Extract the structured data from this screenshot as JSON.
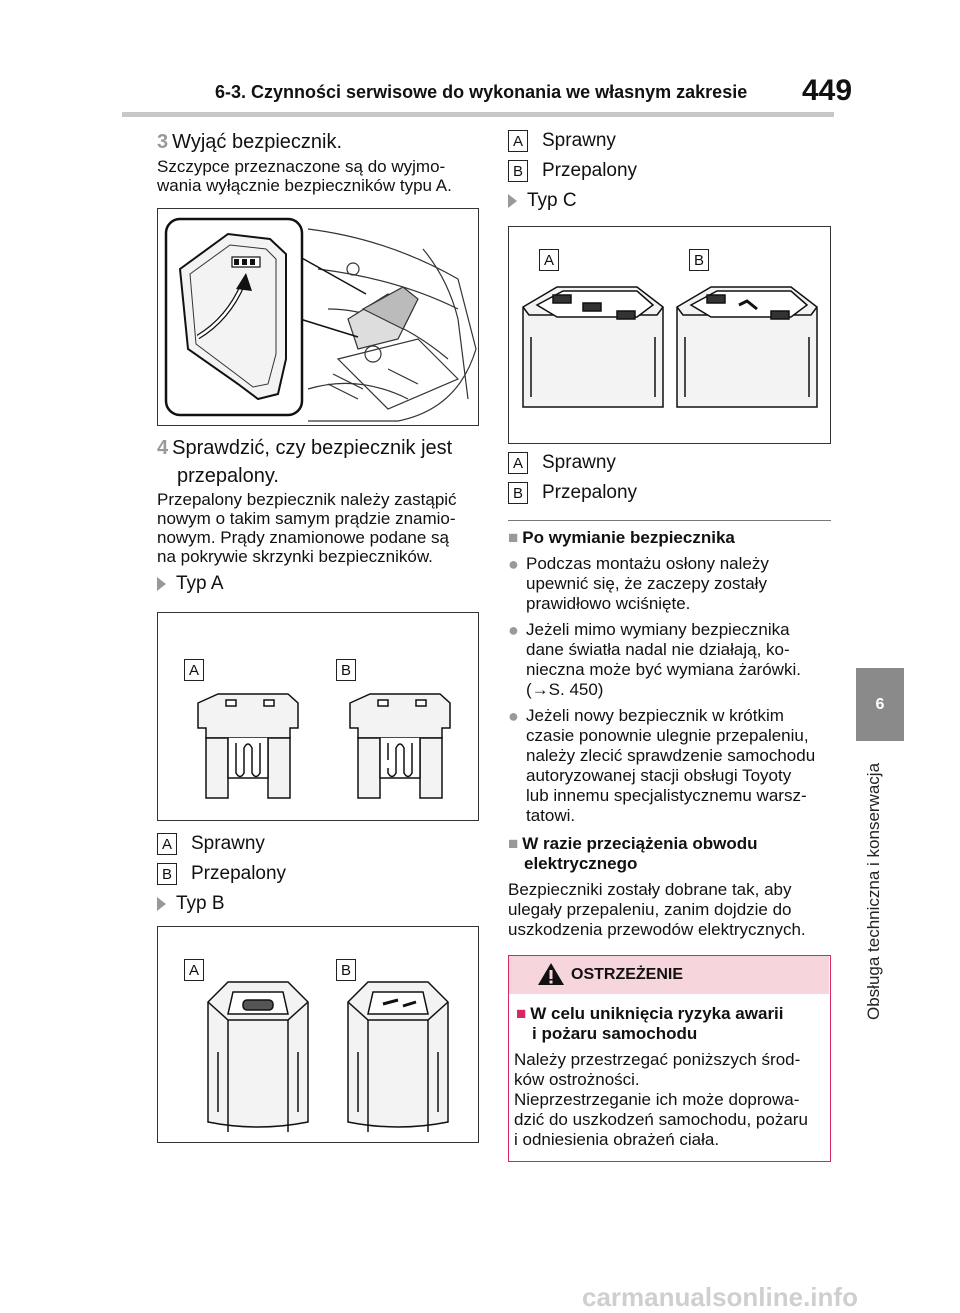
{
  "header": {
    "section_title": "6-3. Czynności serwisowe do wykonania we własnym zakresie",
    "page_number": "449"
  },
  "side": {
    "tab_number": "6",
    "vertical_text": "Obsługa techniczna i konserwacja"
  },
  "left": {
    "step3": {
      "num": "3",
      "text": "Wyjąć bezpiecznik."
    },
    "step3_note": [
      "Szczypce przeznaczone są do wyjmo-",
      "wania wyłącznie bezpieczników typu A."
    ],
    "step4": {
      "num": "4",
      "lines": [
        "Sprawdzić, czy bezpiecznik jest",
        "przepalony."
      ]
    },
    "step4_note": [
      "Przepalony bezpiecznik należy zastąpić",
      "nowym o takim samym prądzie znamio-",
      "nowym. Prądy znamionowe podane są",
      "na pokrywie skrzynki bezpieczników."
    ],
    "typ_a": "Typ A",
    "typ_b": "Typ B"
  },
  "labels": {
    "a": "A",
    "b": "B",
    "ok": "Sprawny",
    "blown": "Przepalony"
  },
  "right": {
    "typ_c": "Typ C",
    "after_title": "Po wymianie bezpiecznika",
    "bullets": [
      [
        "Podczas montażu osłony należy",
        "upewnić się, że zaczepy zostały",
        "prawidłowo wciśnięte."
      ],
      [
        "Jeżeli mimo wymiany bezpiecznika",
        "dane światła nadal nie działają, ko-",
        "nieczna może być wymiana żarówki.",
        "(→S. 450)"
      ],
      [
        "Jeżeli nowy bezpiecznik w krótkim",
        "czasie ponownie ulegnie przepaleniu,",
        "należy zlecić sprawdzenie samochodu",
        "autoryzowanej stacji obsługi Toyoty",
        "lub innemu specjalistycznemu warsz-",
        "tatowi."
      ]
    ],
    "overload_title": [
      "W razie przeciążenia obwodu",
      "elektrycznego"
    ],
    "overload_text": [
      "Bezpieczniki zostały dobrane tak, aby",
      "ulegały przepaleniu, zanim dojdzie do",
      "uszkodzenia przewodów elektrycznych."
    ]
  },
  "warning": {
    "title": "OSTRZEŻENIE",
    "sub_title": [
      "W celu uniknięcia ryzyka awarii",
      "i pożaru samochodu"
    ],
    "text": [
      "Należy przestrzegać poniższych środ-",
      "ków ostrożności.",
      "Nieprzestrzeganie ich może doprowa-",
      "dzić do uszkodzeń samochodu, pożaru",
      "i odniesienia obrażeń ciała."
    ]
  },
  "footer": {
    "watermark": "carmanualsonline.info"
  }
}
